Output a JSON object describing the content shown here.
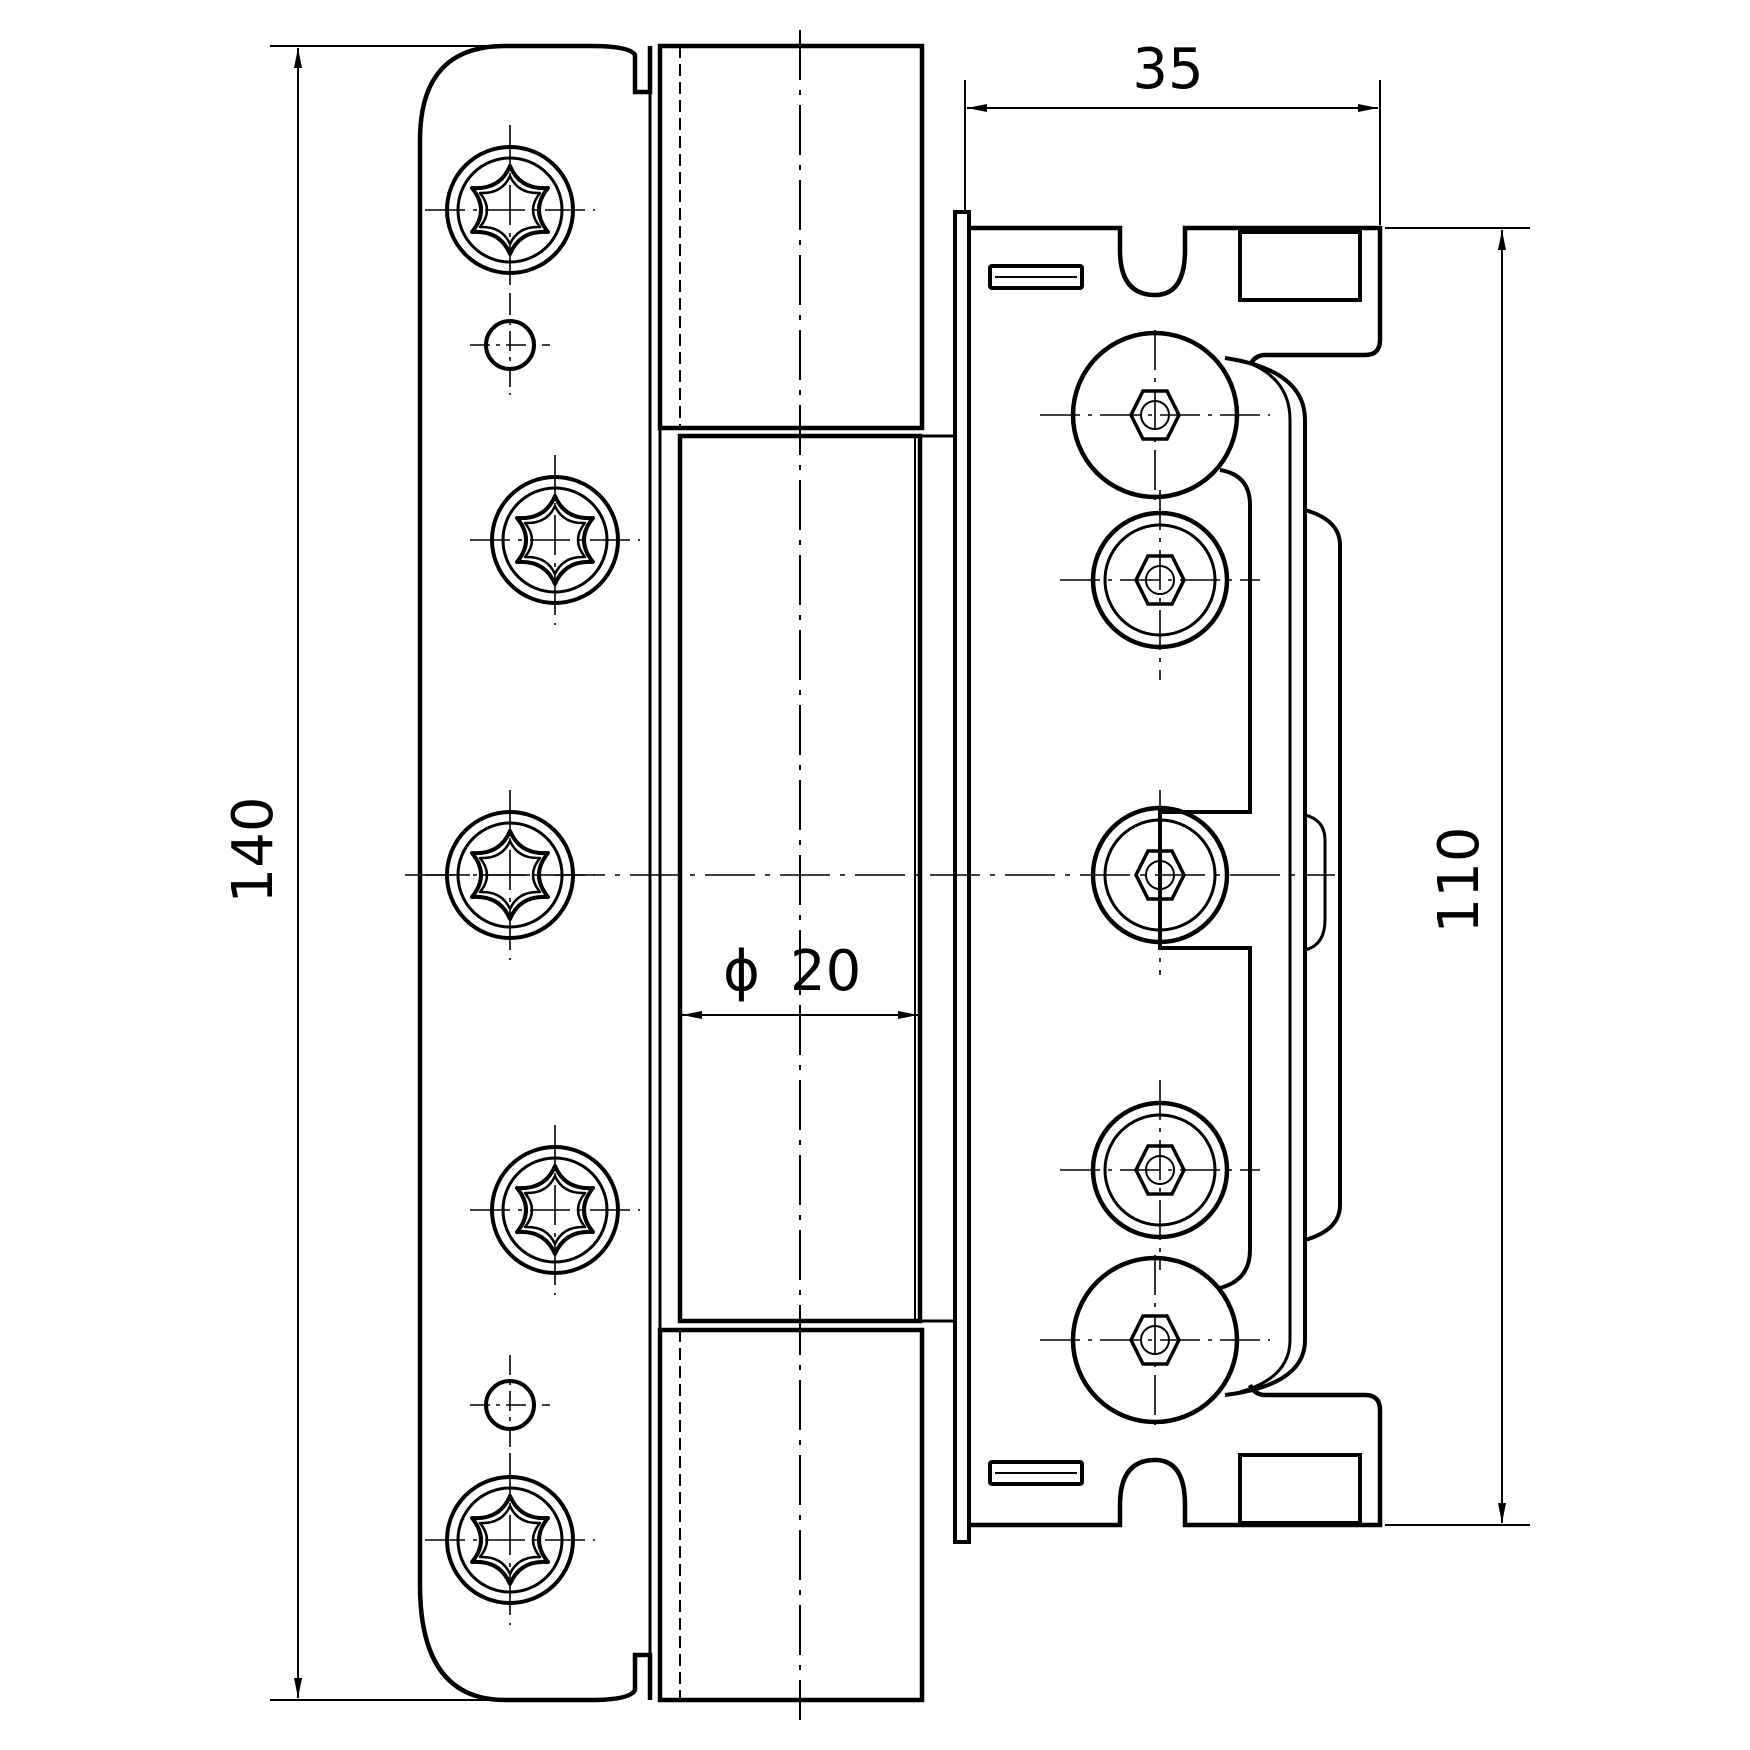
{
  "colors": {
    "stroke": "#000000",
    "background": "#ffffff"
  },
  "dimensions": {
    "total_height": "140",
    "frame_width": "35",
    "pin_diameter_symbol": "ϕ",
    "pin_diameter_value": "20",
    "frame_height": "110"
  },
  "leaf_screws": {
    "torx_count": 5,
    "pin_hole_count": 2
  },
  "frame_screws": {
    "large_socket_count": 2,
    "washer_socket_count": 3,
    "slot_count": 2
  }
}
